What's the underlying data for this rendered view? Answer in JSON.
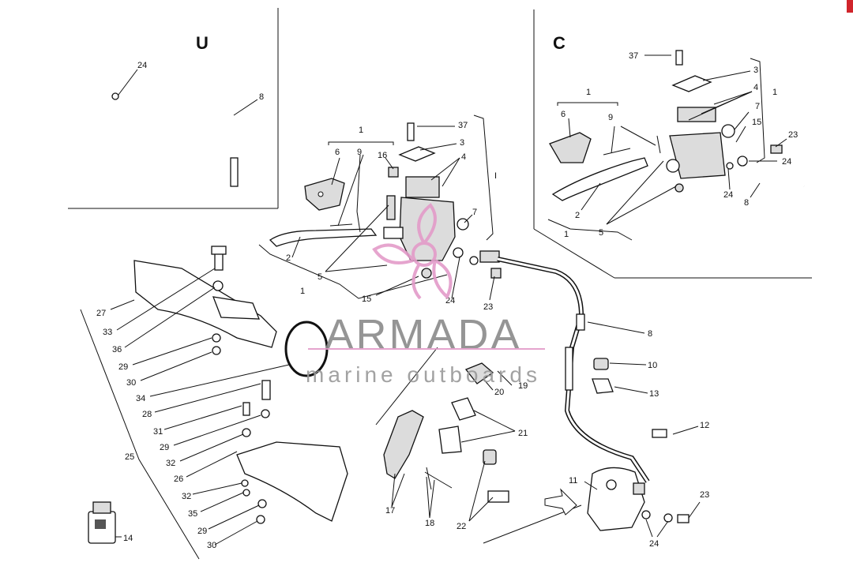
{
  "sections": {
    "u": "U",
    "c": "C"
  },
  "watermark": {
    "brand": "ARMADA",
    "tagline": "marine outboards"
  },
  "colors": {
    "logo_pink": "#e39bc9",
    "watermark_gray": "#8a8a8a",
    "corner_mark": "#d0242b"
  },
  "labels": {
    "u_24": "24",
    "u_8": "8",
    "m_1": "1",
    "m_6": "6",
    "m_9": "9",
    "m_16": "16",
    "m_37": "37",
    "m_3": "3",
    "m_4": "4",
    "m_I": "I",
    "m_7": "7",
    "m_2": "2",
    "m_5": "5",
    "m_1b": "1",
    "m_15": "15",
    "m_24": "24",
    "m_23": "23",
    "c_37": "37",
    "c_3": "3",
    "c_1": "1",
    "c_4": "4",
    "c_1r": "1",
    "c_6": "6",
    "c_9": "9",
    "c_7": "7",
    "c_15": "15",
    "c_23": "23",
    "c_24": "24",
    "c_24b": "24",
    "c_2": "2",
    "c_1b": "1",
    "c_5": "5",
    "c_8": "8",
    "l_27": "27",
    "l_33": "33",
    "l_36": "36",
    "l_29": "29",
    "l_30": "30",
    "l_34": "34",
    "l_28": "28",
    "l_31": "31",
    "l_29b": "29",
    "l_32": "32",
    "l_25": "25",
    "l_26": "26",
    "l_32b": "32",
    "l_35": "35",
    "l_29c": "29",
    "l_30b": "30",
    "l_14": "14",
    "r_8": "8",
    "r_10": "10",
    "r_13": "13",
    "r_20": "20",
    "r_19": "19",
    "r_21": "21",
    "r_12": "12",
    "r_17": "17",
    "r_18": "18",
    "r_22": "22",
    "r_11": "11",
    "r_23": "23",
    "r_24": "24"
  }
}
